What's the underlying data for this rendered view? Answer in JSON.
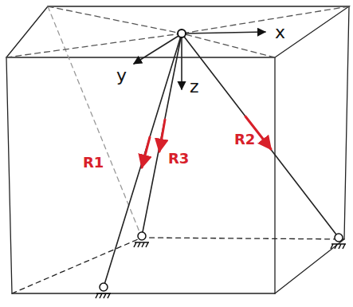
{
  "diagram": {
    "labels": [
      "x",
      "y",
      "z",
      "R1",
      "R2",
      "R3"
    ]
  }
}
